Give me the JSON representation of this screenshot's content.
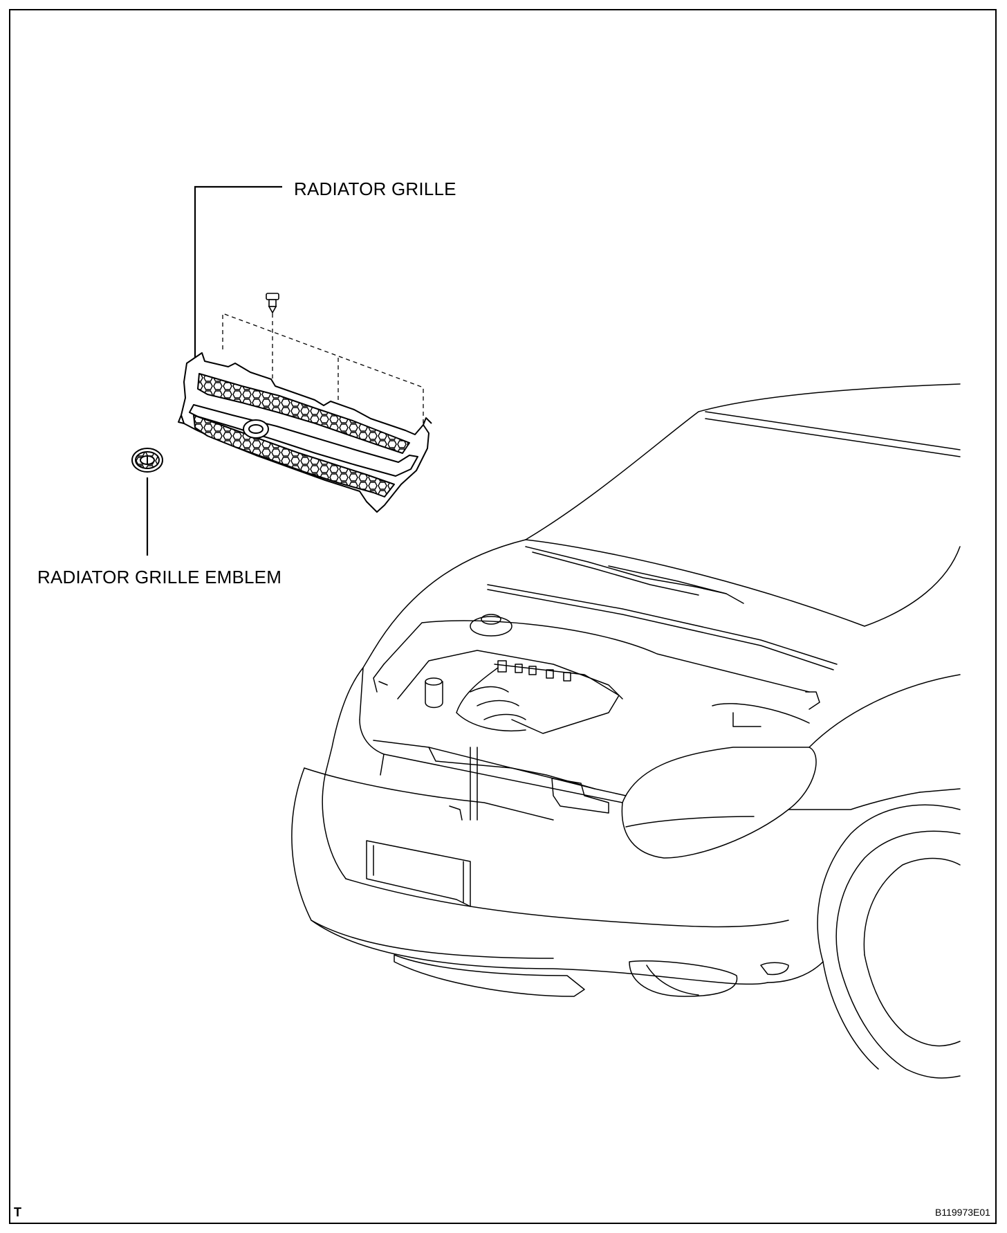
{
  "callouts": {
    "radiator_grille": "RADIATOR GRILLE",
    "radiator_grille_emblem": "RADIATOR GRILLE EMBLEM"
  },
  "corner_mark": "T",
  "figure_id": "B119973E01",
  "colors": {
    "line": "#000000",
    "background": "#ffffff",
    "grille_mesh": "#808080"
  }
}
